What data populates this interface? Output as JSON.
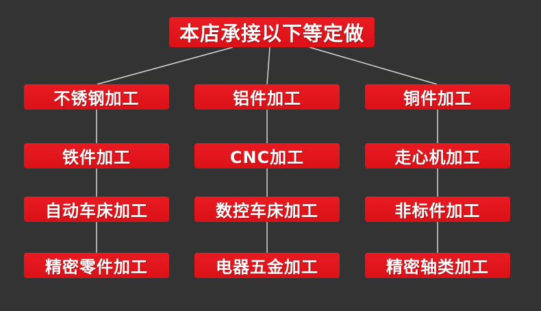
{
  "title": "本店承接以下等定做",
  "colors": {
    "background": "#333333",
    "box_red": "#e3161d",
    "text": "#ffffff",
    "connector_line": "#d8d8d8"
  },
  "columns": [
    {
      "items": [
        "不锈钢加工",
        "铁件加工",
        "自动车床加工",
        "精密零件加工"
      ]
    },
    {
      "items": [
        "铝件加工",
        "CNC加工",
        "数控车床加工",
        "电器五金加工"
      ]
    },
    {
      "items": [
        "铜件加工",
        "走心机加工",
        "非标件加工",
        "精密轴类加工"
      ]
    }
  ]
}
